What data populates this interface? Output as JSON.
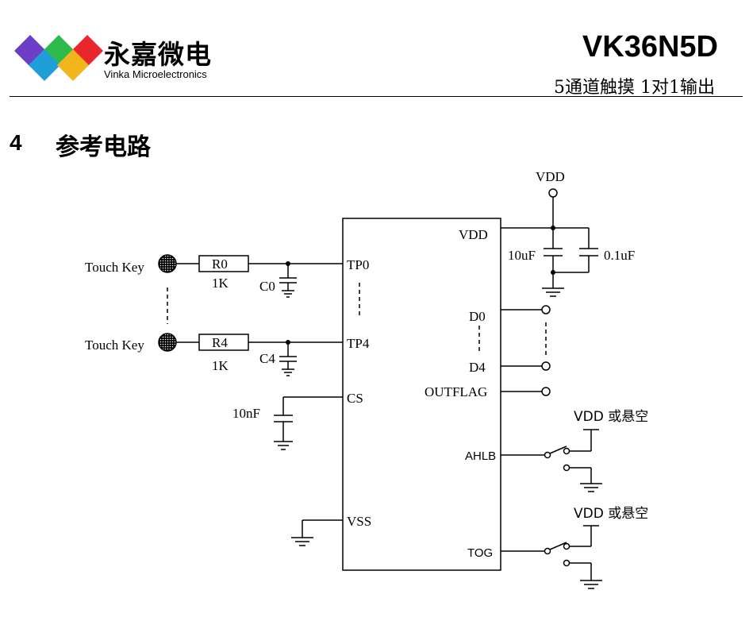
{
  "header": {
    "brand_cn": "永嘉微电",
    "brand_en": "Vinka Microelectronics",
    "part_number": "VK36N5D",
    "subtitle": "5通道触摸 1对1输出"
  },
  "section": {
    "number": "4",
    "title": "参考电路"
  },
  "circuit": {
    "touch_keys": [
      "Touch Key",
      "Touch Key"
    ],
    "resistors": [
      {
        "name": "R0",
        "value": "1K"
      },
      {
        "name": "R4",
        "value": "1K"
      }
    ],
    "capacitors": {
      "c0": "C0",
      "c4": "C4",
      "cs": "10nF",
      "bulk": "10uF",
      "decoupling": "0.1uF"
    },
    "supply": "VDD",
    "pins": {
      "tp0": "TP0",
      "tp4": "TP4",
      "cs": "CS",
      "vss": "VSS",
      "vdd": "VDD",
      "d0": "D0",
      "d4": "D4",
      "outflag": "OUTFLAG",
      "ahlb": "AHLB",
      "tog": "TOG"
    },
    "option_labels": [
      "VDD 或悬空",
      "VDD 或悬空"
    ]
  },
  "colors": {
    "logo_purple": "#6d3fc6",
    "logo_green": "#2dbb4e",
    "logo_red": "#e8262b",
    "logo_blue": "#1f9fd8",
    "logo_yellow": "#f2b51c"
  }
}
